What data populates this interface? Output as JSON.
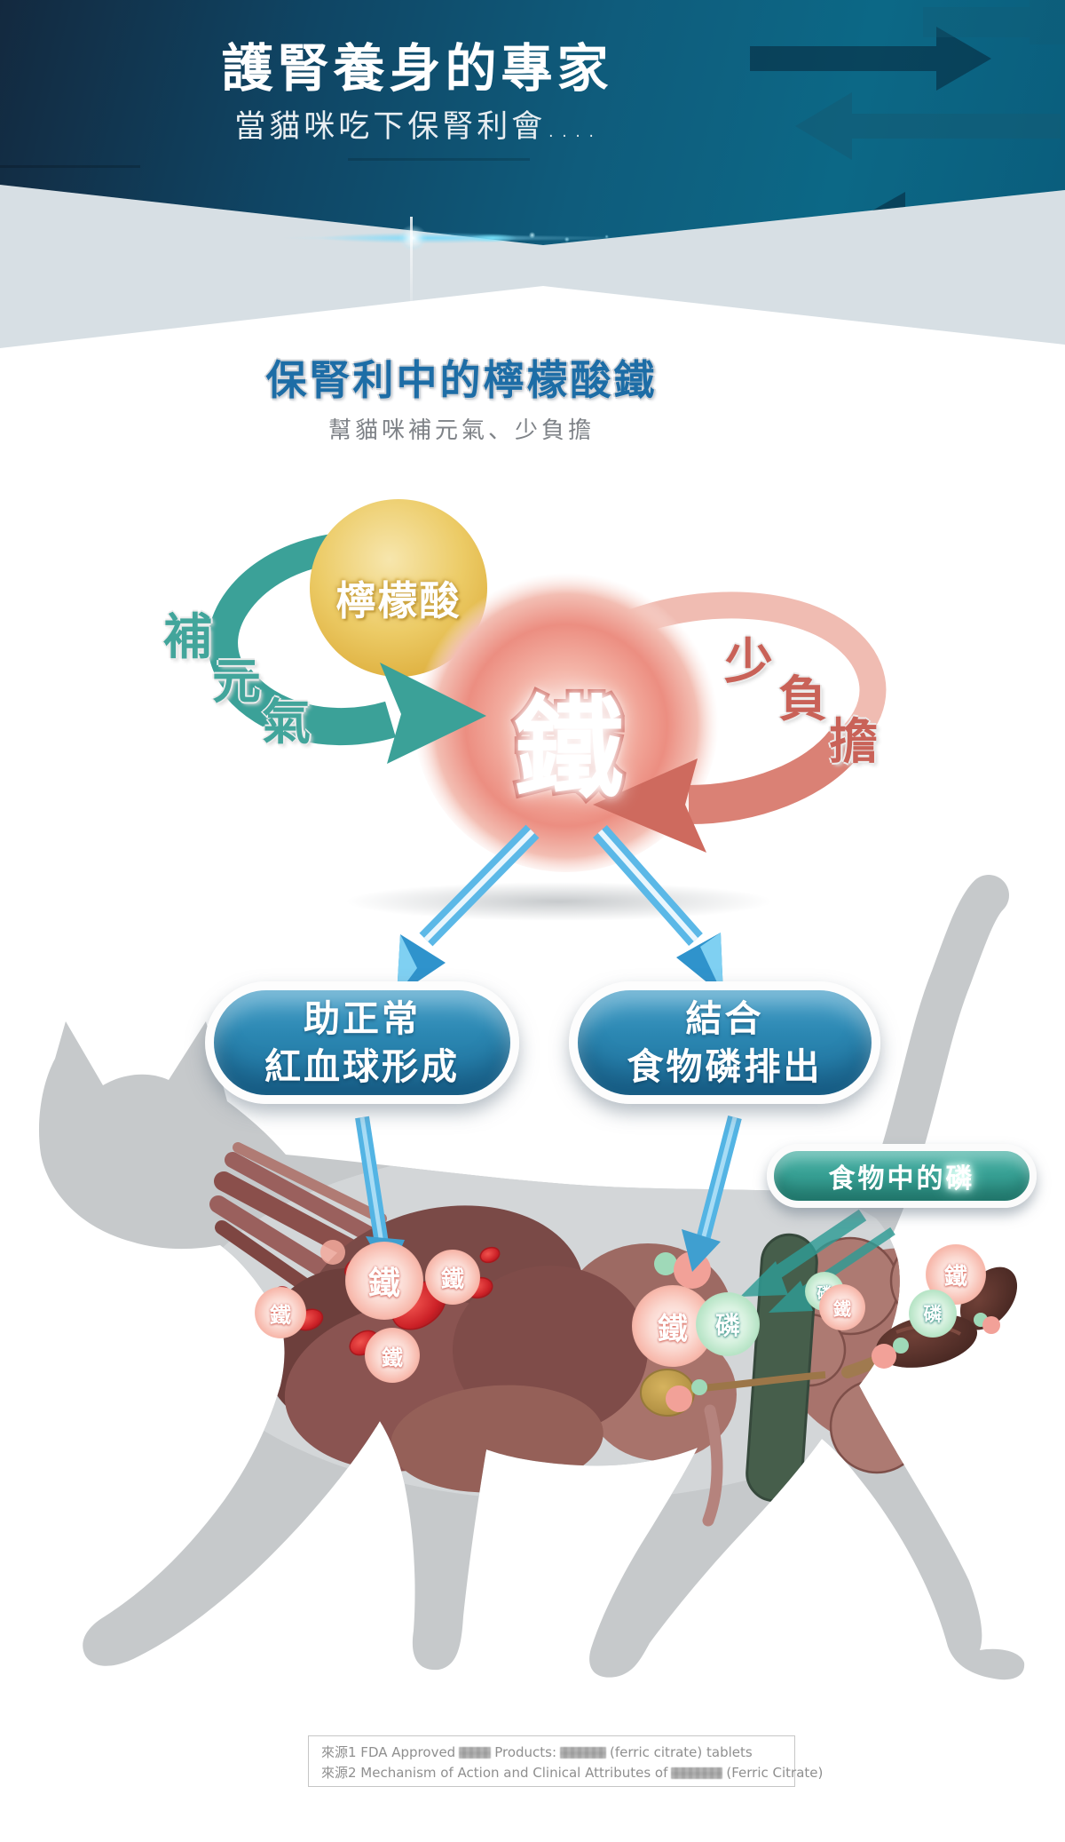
{
  "header": {
    "title": "護腎養身的專家",
    "subtitle": "當貓咪吃下保腎利會...."
  },
  "intro": {
    "title": "保腎利中的檸檬酸鐵",
    "subtitle": "幫貓咪補元氣、少負擔"
  },
  "diagram": {
    "citric_acid": "檸檬酸",
    "iron": "鐵",
    "benefit_left_chars": [
      "補",
      "元",
      "氣"
    ],
    "benefit_right_chars": [
      "少",
      "負",
      "擔"
    ]
  },
  "pills": {
    "left_line1": "助正常",
    "left_line2": "紅血球形成",
    "right_line1": "結合",
    "right_line2": "食物磷排出"
  },
  "food_phosphorus": {
    "prefix": "食物中的",
    "phosphorus": "磷"
  },
  "badges": {
    "iron": "鐵",
    "phosphorus": "磷"
  },
  "footer": {
    "line1_part1": "來源1 FDA Approved",
    "line1_part2": "Products:",
    "line1_part3": "(ferric citrate) tablets",
    "line2_part1": "來源2 Mechanism of Action and Clinical Attributes of",
    "line2_part2": "(Ferric Citrate)"
  },
  "colors": {
    "header_navy": "#0e3c57",
    "teal_arrow": "#3ba198",
    "salmon_arrow": "#d97c6f",
    "pill_blue": "#2380ad",
    "title_blue": "#1d6da6"
  }
}
